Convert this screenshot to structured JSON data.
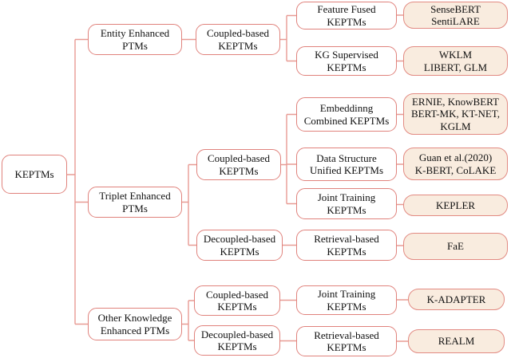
{
  "colors": {
    "box_border": "#e0827c",
    "leaf_border": "#e28a82",
    "leaf_fill": "#f9ecdf",
    "connector_line": "#e89b94",
    "text": "#111111",
    "background": "#ffffff"
  },
  "figure": {
    "root": {
      "label": "KEPTMs"
    },
    "branches": [
      {
        "label": "Entity Enhanced\nPTMs",
        "children": [
          {
            "label": "Coupled-based\nKEPTMs",
            "children": [
              {
                "label": "Feature Fused\nKEPTMs",
                "models": "SenseBERT\nSentiLARE"
              },
              {
                "label": "KG Supervised\nKEPTMs",
                "models": "WKLM\nLIBERT, GLM"
              }
            ]
          }
        ]
      },
      {
        "label": "Triplet Enhanced\nPTMs",
        "children": [
          {
            "label": "Coupled-based\nKEPTMs",
            "children": [
              {
                "label": "Embeddinng\nCombined KEPTMs",
                "models": "ERNIE, KnowBERT\nBERT-MK, KT-NET,\nKGLM"
              },
              {
                "label": "Data Structure\nUnified KEPTMs",
                "models": "Guan et al.(2020)\nK-BERT, CoLAKE"
              },
              {
                "label": "Joint Training\nKEPTMs",
                "models": "KEPLER"
              }
            ]
          },
          {
            "label": "Decoupled-based\nKEPTMs",
            "children": [
              {
                "label": "Retrieval-based\nKEPTMs",
                "models": "FaE"
              }
            ]
          }
        ]
      },
      {
        "label": "Other Knowledge\nEnhanced PTMs",
        "children": [
          {
            "label": "Coupled-based\nKEPTMs",
            "children": [
              {
                "label": "Joint Training\nKEPTMs",
                "models": "K-ADAPTER"
              }
            ]
          },
          {
            "label": "Decoupled-based\nKEPTMs",
            "children": [
              {
                "label": "Retrieval-based\nKEPTMs",
                "models": "REALM"
              }
            ]
          }
        ]
      }
    ]
  }
}
